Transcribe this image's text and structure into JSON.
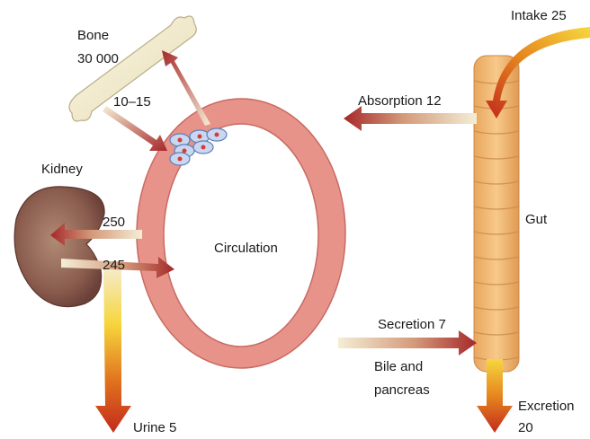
{
  "labels": {
    "bone": "Bone",
    "bone_amount": "30 000",
    "bone_exchange": "10–15",
    "kidney": "Kidney",
    "kidney_filtered": "250",
    "kidney_reabsorbed": "245",
    "urine": "Urine 5",
    "circulation": "Circulation",
    "intake": "Intake 25",
    "absorption": "Absorption 12",
    "gut": "Gut",
    "secretion": "Secretion 7",
    "bile_line1": "Bile and",
    "bile_line2": "pancreas",
    "excretion_line1": "Excretion",
    "excretion_line2": "20"
  },
  "colors": {
    "ring": "#e8928a",
    "gut": "#f0b772",
    "kidney": "#8a5a4e",
    "bone": "#f3ecd0",
    "arrow_dark": "#a0282a",
    "arrow_light": "#f3ecd2"
  }
}
